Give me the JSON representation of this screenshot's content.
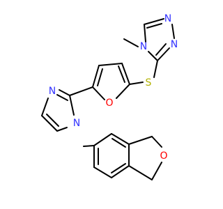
{
  "colors": {
    "N": "#3333ff",
    "O": "#ff0000",
    "S": "#b2b200",
    "C": "#000000"
  },
  "atoms": [
    {
      "name": "atom-n-triazole-4",
      "symbol": "N",
      "text": "N"
    },
    {
      "name": "atom-n-triazole-1",
      "symbol": "N",
      "text": "N"
    },
    {
      "name": "atom-n-triazole-2",
      "symbol": "N",
      "text": "N"
    },
    {
      "name": "atom-s-thioether",
      "symbol": "S",
      "text": "S"
    },
    {
      "name": "atom-o-furan",
      "symbol": "O",
      "text": "O"
    },
    {
      "name": "atom-n-imidazole-3",
      "symbol": "N",
      "text": "N"
    },
    {
      "name": "atom-n-imidazole-1",
      "symbol": "N",
      "text": "N"
    },
    {
      "name": "atom-o-isobenzofuran",
      "symbol": "O",
      "text": "O"
    }
  ]
}
